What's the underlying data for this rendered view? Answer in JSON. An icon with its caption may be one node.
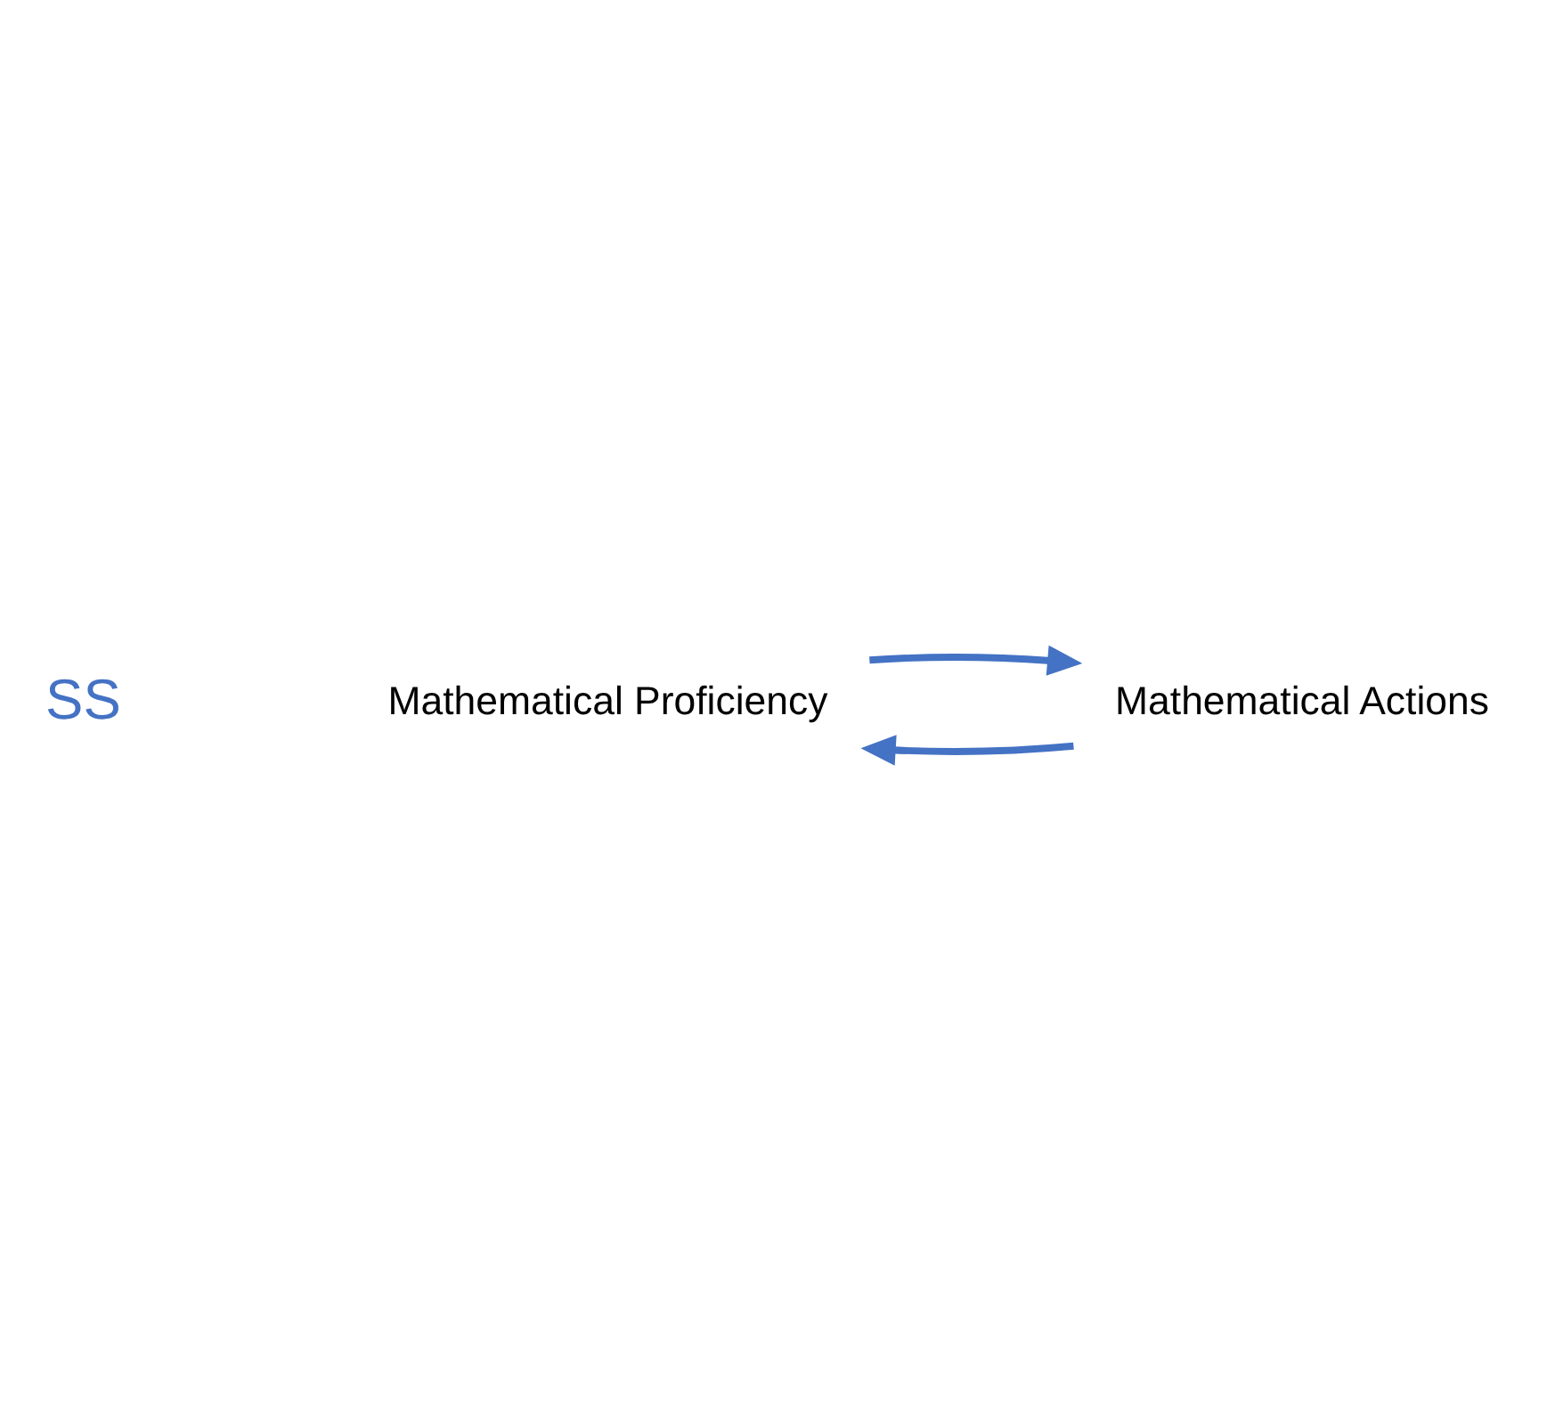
{
  "diagram": {
    "nodes": [
      {
        "text": [
          "Mathematical Proficiency"
        ]
      },
      {
        "text": [
          "Mathematical Actions"
        ]
      }
    ],
    "edges": [
      {
        "from": 1,
        "to": 0,
        "arrow": "to"
      },
      {
        "from": 0,
        "to": 1,
        "arrow": "to"
      }
    ],
    "labels": [
      "SS"
    ]
  }
}
